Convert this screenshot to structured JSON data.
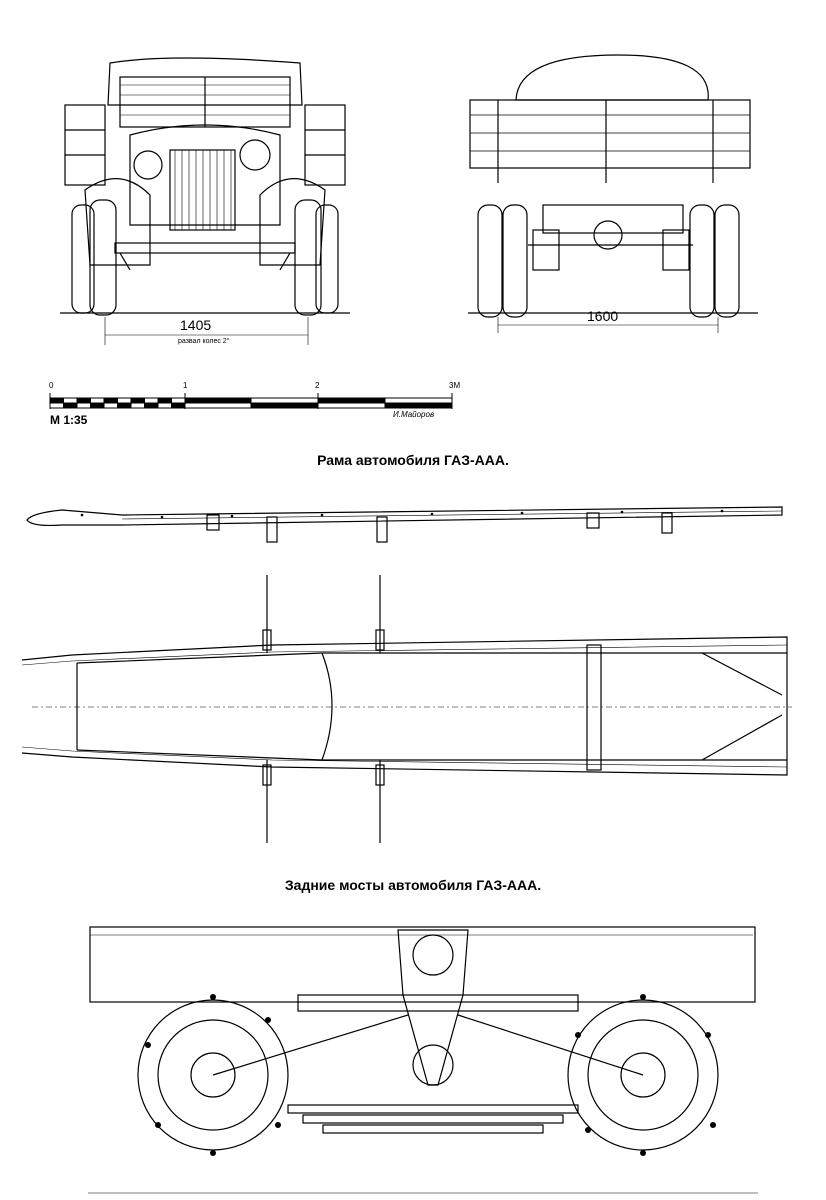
{
  "front_view": {
    "track_dim": "1405",
    "note": "развал колес 2°"
  },
  "rear_view": {
    "track_dim": "1600"
  },
  "scale_bar": {
    "ticks": [
      "0",
      "1",
      "2",
      "3М"
    ],
    "ratio": "М 1:35",
    "author": "И.Майоров"
  },
  "frame_section": {
    "title": "Рама автомобиля ГАЗ-ААА."
  },
  "rear_axles_section": {
    "title": "Задние мосты автомобиля ГАЗ-ААА."
  }
}
